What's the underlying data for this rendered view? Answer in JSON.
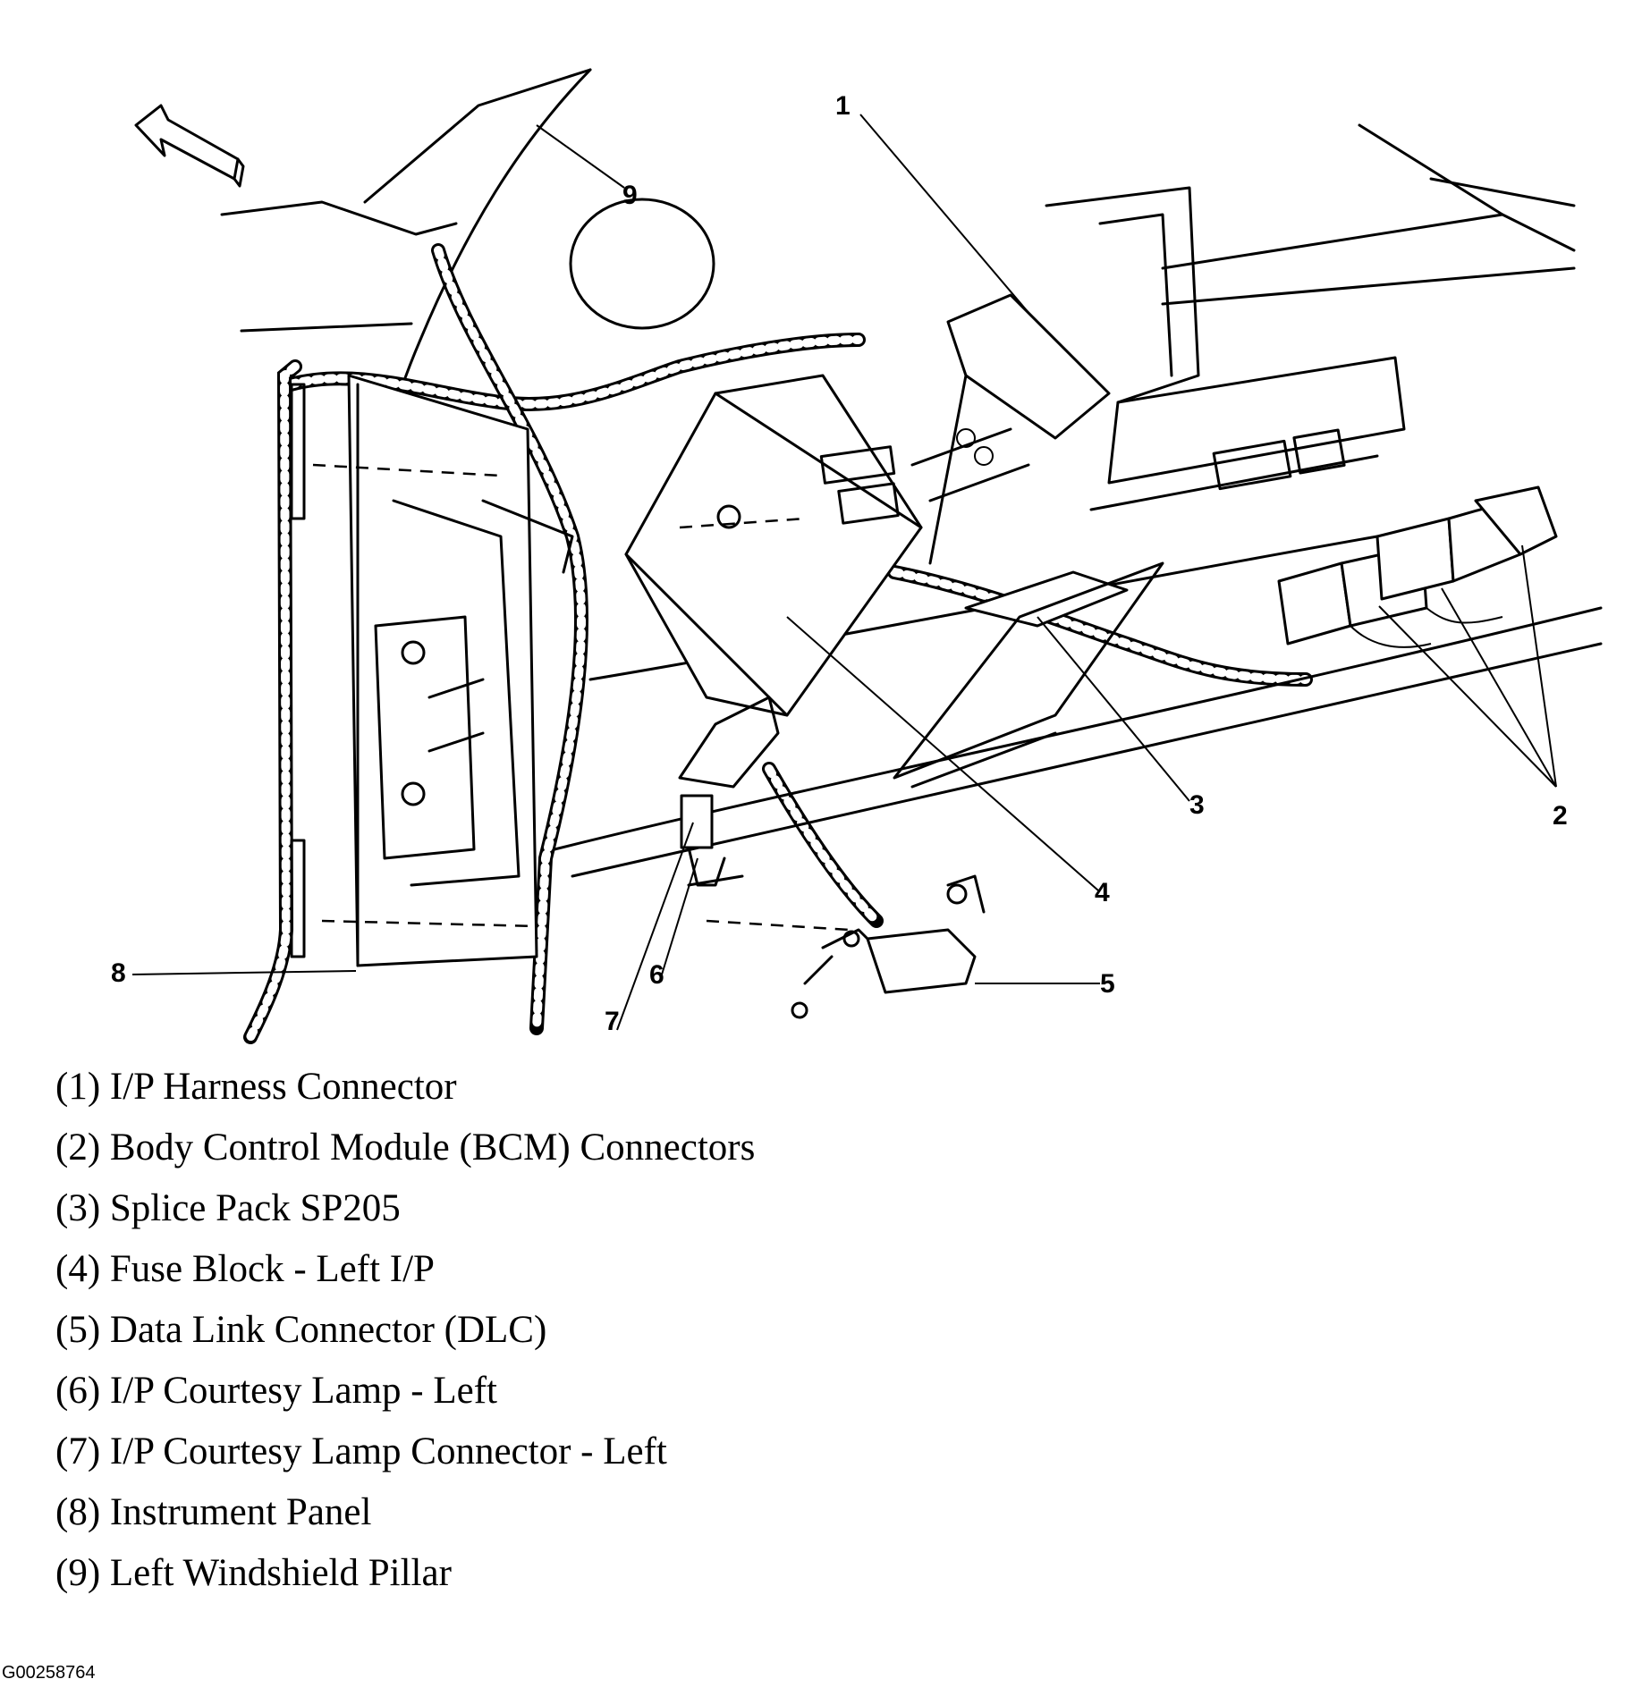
{
  "callouts": [
    "1",
    "2",
    "3",
    "4",
    "5",
    "6",
    "7",
    "8",
    "9"
  ],
  "legend": [
    "(1) I/P Harness Connector",
    "(2) Body Control Module (BCM) Connectors",
    "(3) Splice Pack SP205",
    "(4) Fuse Block - Left I/P",
    "(5) Data Link Connector (DLC)",
    "(6) I/P Courtesy Lamp - Left",
    "(7) I/P Courtesy Lamp Connector - Left",
    "(8) Instrument Panel",
    "(9) Left Windshield Pillar"
  ],
  "figure_id": "G00258764"
}
